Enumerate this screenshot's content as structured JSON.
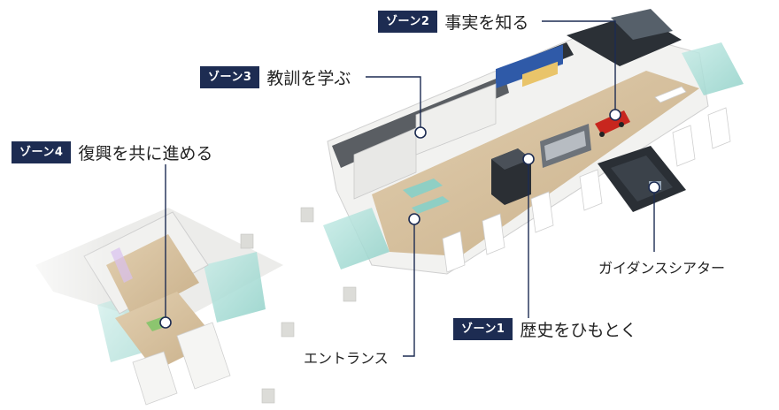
{
  "zones": [
    {
      "badge": "ゾーン1",
      "title": "歴史をひもとく"
    },
    {
      "badge": "ゾーン2",
      "title": "事実を知る"
    },
    {
      "badge": "ゾーン3",
      "title": "教訓を学ぶ"
    },
    {
      "badge": "ゾーン4",
      "title": "復興を共に進める"
    }
  ],
  "labels": {
    "entrance": "エントランス",
    "guidance_theater": "ガイダンスシアター"
  },
  "colors": {
    "badge_bg": "#1d2c52",
    "badge_text": "#ffffff",
    "floor": "#d8c4a4",
    "wall": "#f4f4f2",
    "glass": "#a9dcd6",
    "dark_room": "#3a3f45"
  }
}
